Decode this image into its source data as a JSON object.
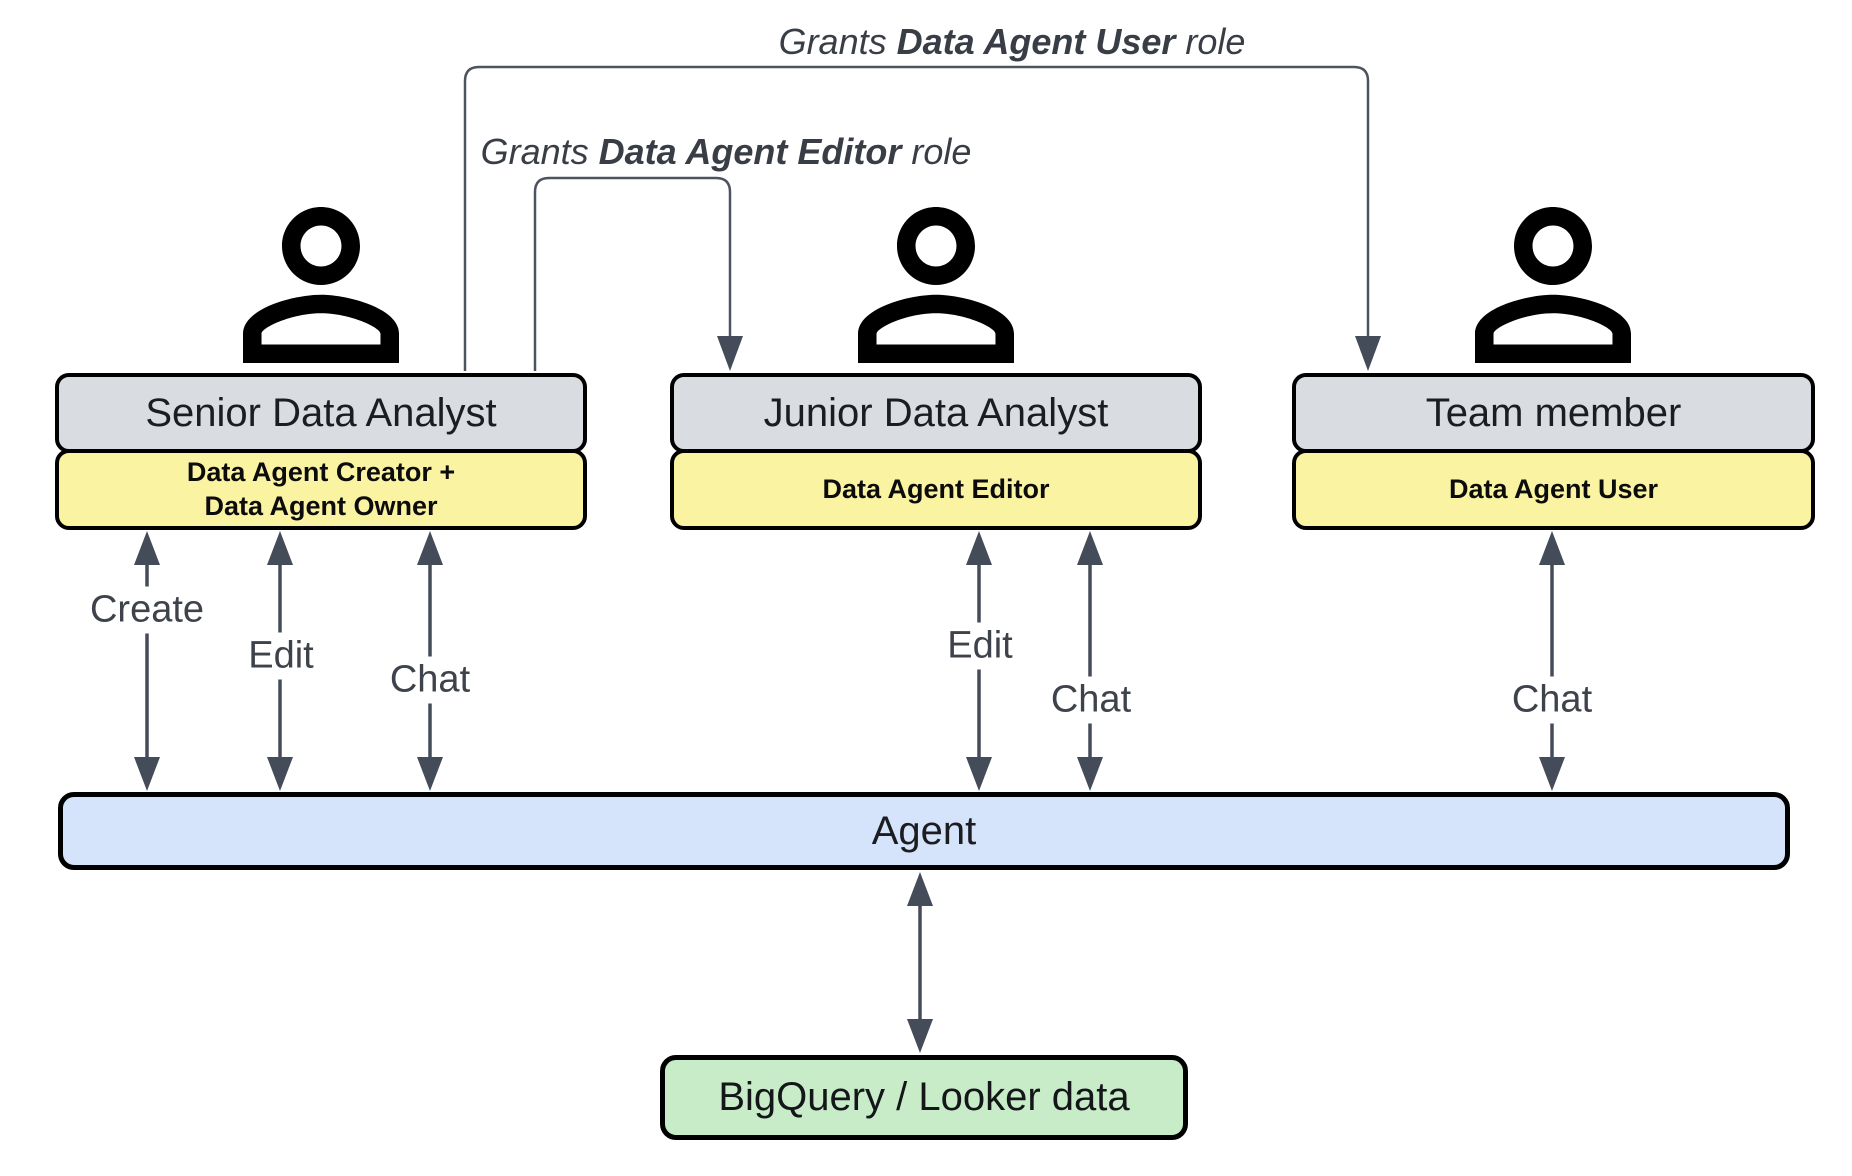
{
  "grants": {
    "user": {
      "prefix": "Grants",
      "role": "Data Agent User",
      "suffix": "role"
    },
    "editor": {
      "prefix": "Grants",
      "role": "Data Agent Editor",
      "suffix": "role"
    }
  },
  "actors": [
    {
      "title": "Senior Data Analyst",
      "role": "Data Agent Creator +\nData Agent Owner"
    },
    {
      "title": "Junior Data Analyst",
      "role": "Data Agent Editor"
    },
    {
      "title": "Team member",
      "role": "Data Agent User"
    }
  ],
  "agent": {
    "label": "Agent"
  },
  "datasource": {
    "label": "BigQuery / Looker data"
  },
  "actions": {
    "senior": [
      "Create",
      "Edit",
      "Chat"
    ],
    "junior": [
      "Edit",
      "Chat"
    ],
    "team": [
      "Chat"
    ]
  },
  "colors": {
    "title_box": "#d9dce1",
    "role_box": "#faf3a2",
    "agent_bar": "#d5e3fb",
    "datasource_box": "#c8ecc8",
    "arrow": "#454c59"
  }
}
